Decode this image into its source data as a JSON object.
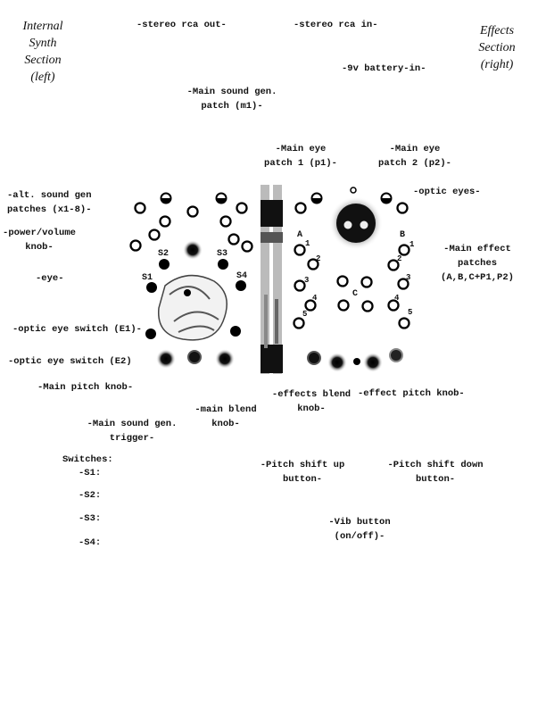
{
  "sections": {
    "left": [
      "Internal",
      "Synth",
      "Section",
      "(left)"
    ],
    "right": [
      "Effects",
      "Section",
      "(right)"
    ]
  },
  "labels": {
    "stereo_out": "-stereo rca out-",
    "stereo_in": "-stereo rca in-",
    "battery": "-9v battery-in-",
    "main_patch": [
      "-Main sound gen.",
      "patch (m1)-"
    ],
    "eye_patch_1": [
      "-Main eye",
      "patch 1 (p1)-"
    ],
    "eye_patch_2": [
      "-Main eye",
      "patch 2 (p2)-"
    ],
    "optic_eyes": "-optic eyes-",
    "alt_patches": [
      "-alt. sound gen",
      "patches (x1-8)-"
    ],
    "power": [
      "-power/volume",
      "knob-"
    ],
    "effect_patches": [
      "-Main effect",
      "patches",
      "(A,B,C+P1,P2)"
    ],
    "eye": "-eye-",
    "switch_e1": "-optic eye switch (E1)-",
    "switch_e2": "-optic eye switch (E2)",
    "pitch_knob": "-Main pitch knob-",
    "blend_knob": [
      "-main blend",
      "knob-"
    ],
    "trigger": [
      "-Main sound gen.",
      "trigger-"
    ],
    "effects_blend": [
      "-effects blend",
      "knob-"
    ],
    "effect_pitch": "-effect pitch knob-",
    "pitch_up": [
      "-Pitch shift up",
      "button-"
    ],
    "pitch_down": [
      "-Pitch shift down",
      "button-"
    ],
    "vib": [
      "-Vib button",
      "(on/off)-"
    ]
  },
  "switches": {
    "title": "Switches:",
    "items": [
      "-S1:",
      "-S2:",
      "-S3:",
      "-S4:"
    ]
  },
  "panel": {
    "switch_labels": [
      "S1",
      "S2",
      "S3",
      "S4"
    ],
    "patch_groups": [
      "A",
      "B",
      "C"
    ],
    "patch_numbers": [
      "1",
      "2",
      "3",
      "4",
      "5"
    ]
  }
}
